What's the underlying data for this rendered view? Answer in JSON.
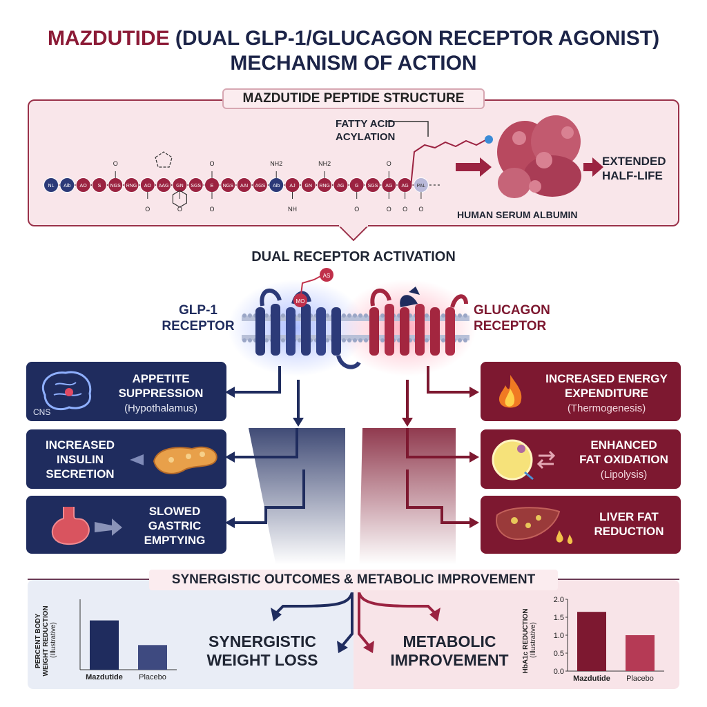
{
  "title": {
    "line1_highlight": "MAZDUTIDE",
    "line1_rest": " (DUAL GLP-1/GLUCAGON RECEPTOR AGONIST)",
    "line2": "MECHANISM OF ACTION"
  },
  "peptide": {
    "panel_title": "MAZDUTIDE PEPTIDE STRUCTURE",
    "acylation_label": "FATTY ACID\nACYLATION",
    "albumin_label": "HUMAN SERUM ALBUMIN",
    "half_life_label": "EXTENDED\nHALF-LIFE",
    "residues": [
      "NL",
      "Aib",
      "AO",
      "S",
      "NGS",
      "RNG",
      "AO",
      "AAG",
      "GN",
      "SGS",
      "E",
      "NGS",
      "AAI",
      "AGS",
      "Aib",
      "AJ",
      "GN",
      "RNG",
      "AG",
      "G",
      "SGS",
      "AG",
      "AG",
      "PAL"
    ],
    "group_labels": [
      "O",
      "O",
      "O",
      "NH2",
      "NH2",
      "O",
      "O",
      "NH",
      "O",
      "O",
      "O",
      "O",
      "O"
    ]
  },
  "dual": {
    "heading": "DUAL RECEPTOR ACTIVATION",
    "glp1_label": "GLP-1\nRECEPTOR",
    "glucagon_label": "GLUCAGON\nRECEPTOR",
    "ligand_labels": [
      "MO",
      "AS"
    ]
  },
  "glp1_effects": [
    {
      "title": "APPETITE\nSUPPRESSION",
      "sub": "(Hypothalamus)",
      "tag": "CNS"
    },
    {
      "title": "INCREASED\nINSULIN\nSECRETION",
      "sub": ""
    },
    {
      "title": "SLOWED\nGASTRIC\nEMPTYING",
      "sub": ""
    }
  ],
  "glucagon_effects": [
    {
      "title": "INCREASED ENERGY\nEXPENDITURE",
      "sub": "(Thermogenesis)"
    },
    {
      "title": "ENHANCED\nFAT OXIDATION",
      "sub": "(Lipolysis)"
    },
    {
      "title": "LIVER FAT\nREDUCTION",
      "sub": ""
    }
  ],
  "outcomes": {
    "heading": "SYNERGISTIC OUTCOMES & METABOLIC IMPROVEMENT",
    "weight_loss": "SYNERGISTIC\nWEIGHT LOSS",
    "metabolic": "METABOLIC\nIMPROVEMENT"
  },
  "colors": {
    "navy": "#1f2c5e",
    "crimson": "#7d1830",
    "residue_red": "#9b2341",
    "residue_blue": "#2c3a78",
    "panel_pink": "#f9e6ea"
  },
  "chart_data": [
    {
      "type": "bar",
      "categories": [
        "Mazdutide",
        "Placebo"
      ],
      "values": [
        0.7,
        0.35
      ],
      "ylabel": "PERCENT BODY\nWEIGHT REDUCTION\n(Illustrative)",
      "ylim": [
        0,
        1
      ],
      "colors": [
        "#1f2c5e",
        "#3e4a80"
      ],
      "grid": false
    },
    {
      "type": "bar",
      "categories": [
        "Mazdutide",
        "Placebo"
      ],
      "values": [
        1.65,
        1.0
      ],
      "ylabel": "HbA1c REDUCTION\n(Illustrative)",
      "ylim": [
        0,
        2.0
      ],
      "yticks": [
        "0.0",
        "0.5",
        "1.0",
        "1.5",
        "2.0"
      ],
      "colors": [
        "#7d1830",
        "#b53a55"
      ],
      "grid": false
    }
  ]
}
